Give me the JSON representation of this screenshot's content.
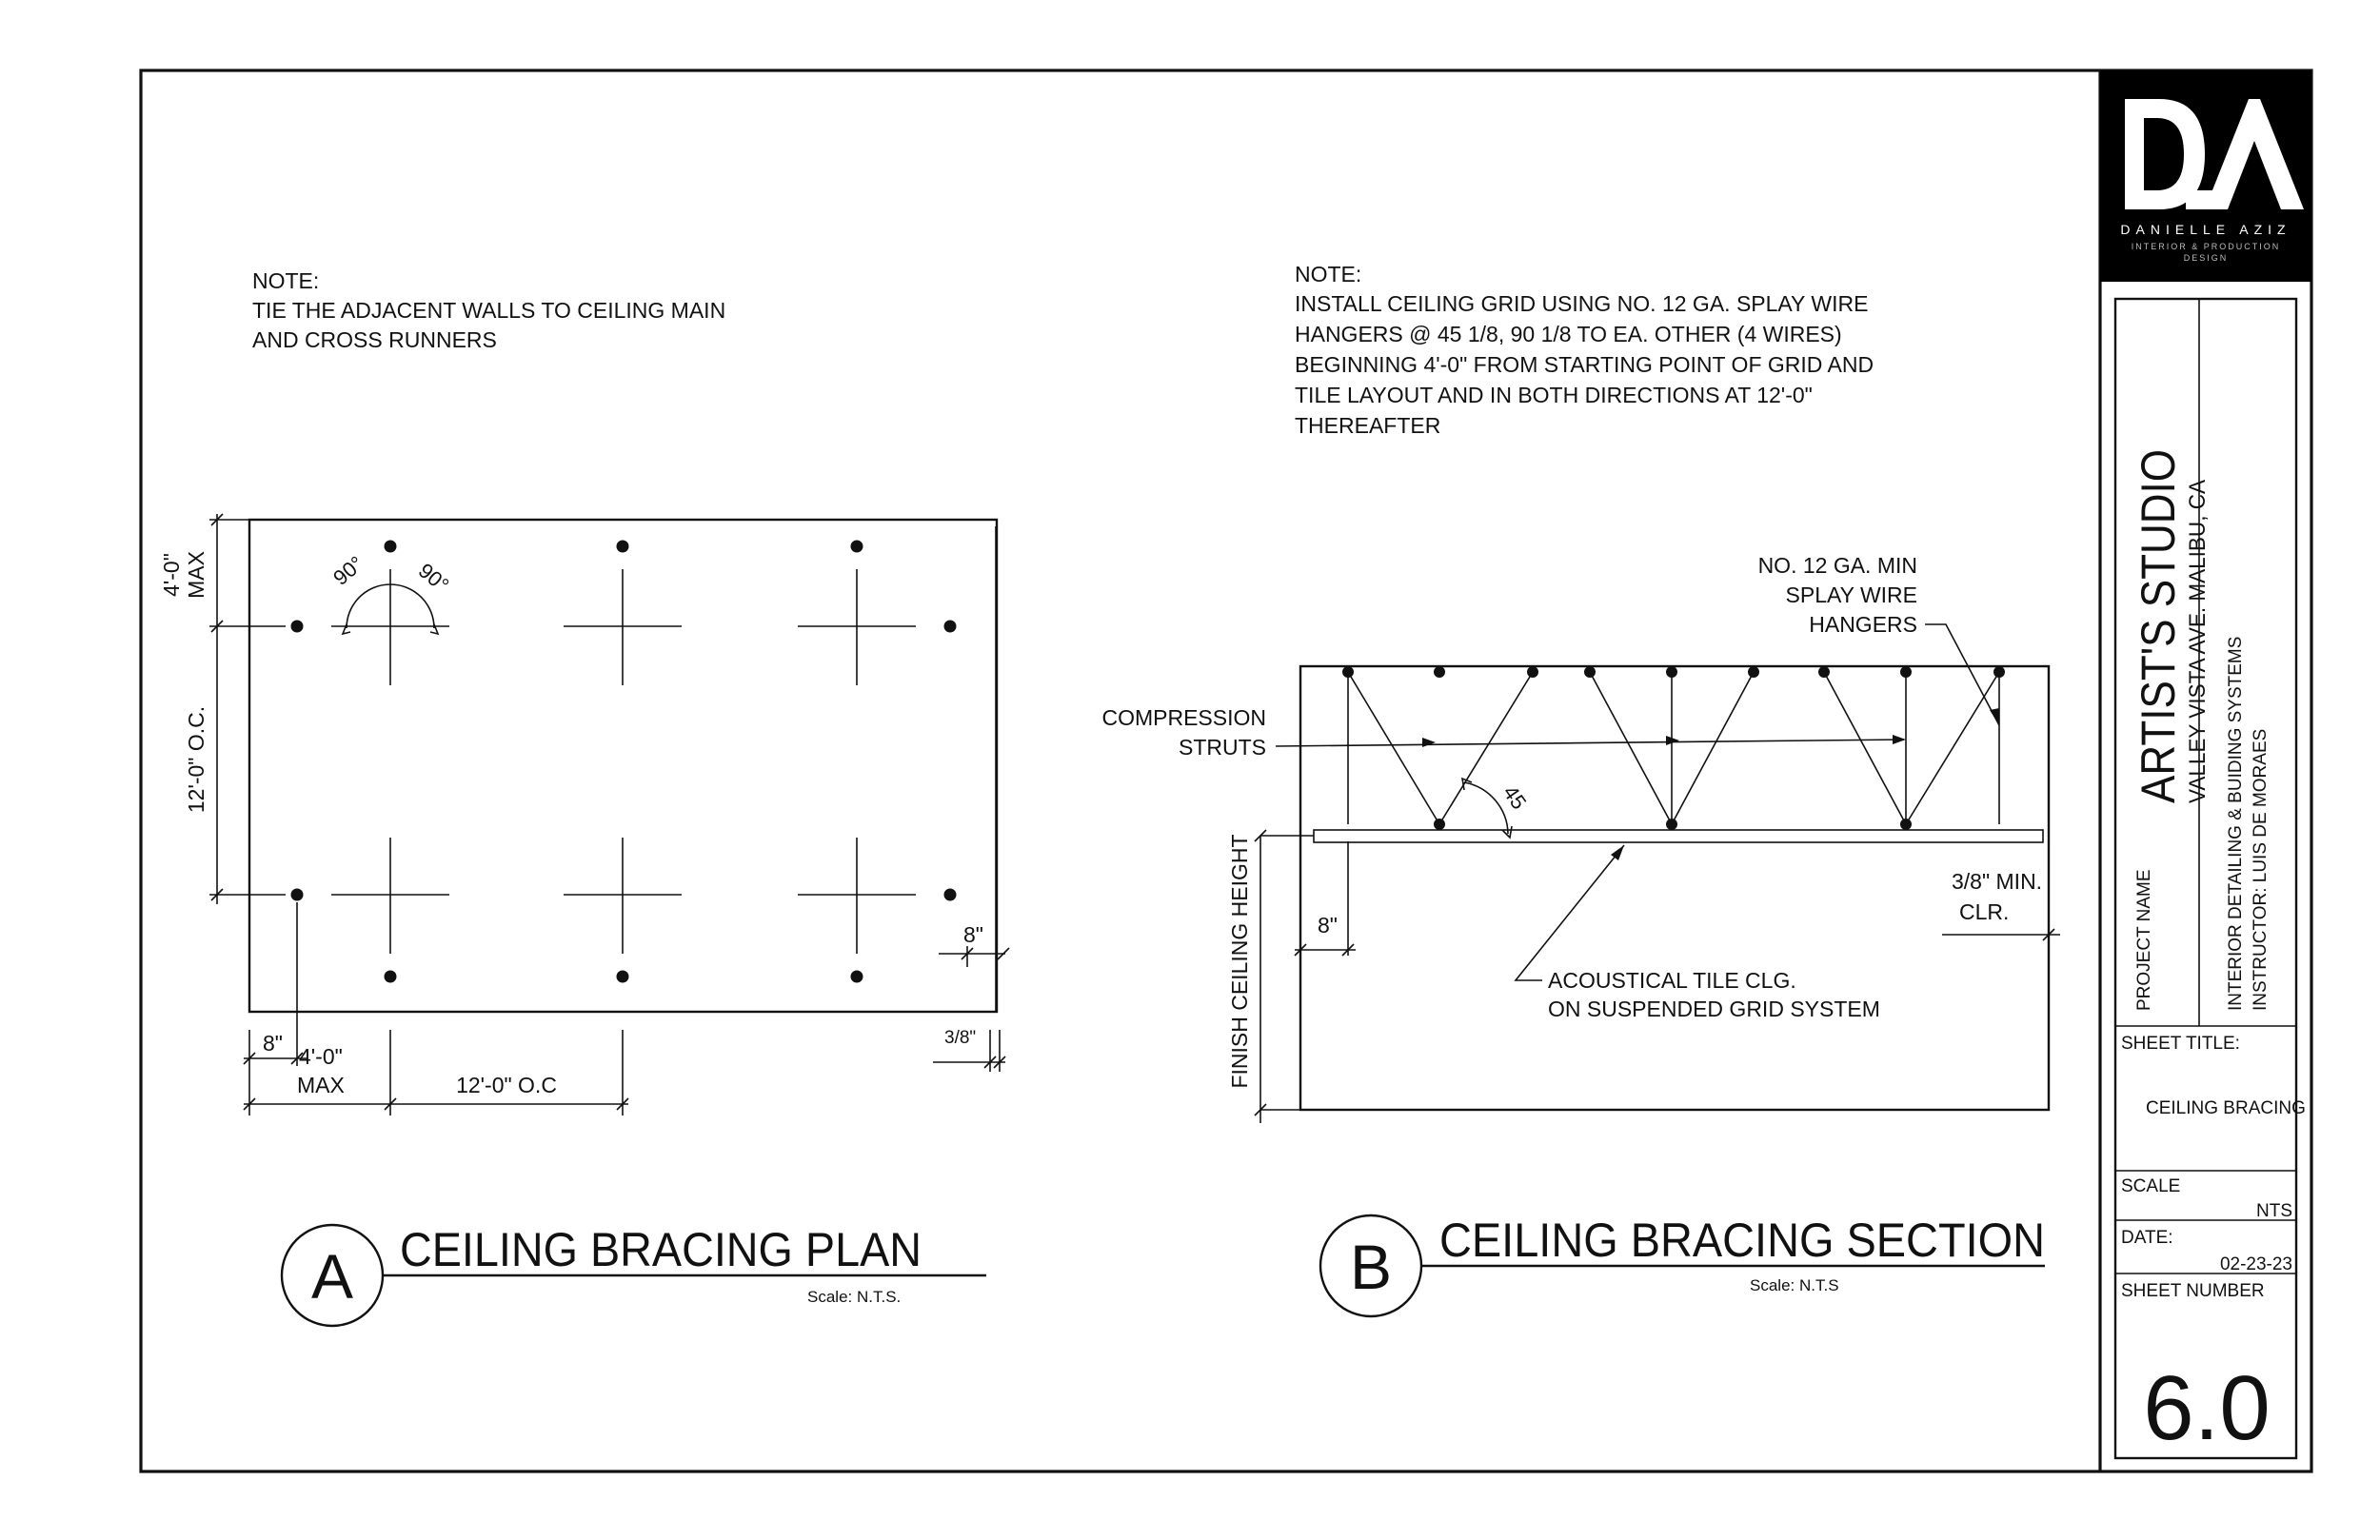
{
  "colors": {
    "ink": "#111111",
    "logo_bg": "#000000",
    "paper": "#ffffff"
  },
  "plan": {
    "note_heading": "NOTE:",
    "note_lines": [
      "TIE THE ADJACENT WALLS TO CEILING MAIN",
      "AND CROSS RUNNERS"
    ],
    "dim_4ft_max": "4'-0\"",
    "dim_max": "MAX",
    "dim_12ft_oc_vertical": "12'-0\" O.C.",
    "angle_left": "90°",
    "angle_right": "90°",
    "dim_8in_right": "8\"",
    "dim_8in_bottom": "8\"",
    "dim_4ft_bottom": "4'-0\"",
    "dim_max_bottom": "MAX",
    "dim_12ft_oc_bottom": "12'-0\" O.C",
    "dim_3_8": "3/8\"",
    "title_letter": "A",
    "title": "CEILING BRACING PLAN",
    "scale": "Scale: N.T.S."
  },
  "section": {
    "note_heading": "NOTE:",
    "note_lines": [
      "INSTALL CEILING GRID USING NO. 12 GA. SPLAY WIRE",
      "HANGERS @ 45 1/8, 90 1/8 TO EA. OTHER (4 WIRES)",
      "BEGINNING 4'-0\" FROM STARTING POINT OF GRID AND",
      "TILE LAYOUT AND IN BOTH DIRECTIONS AT 12'-0\"",
      "THEREAFTER"
    ],
    "label_wire_lines": [
      "NO. 12 GA. MIN",
      "SPLAY WIRE",
      "HANGERS"
    ],
    "label_struts_lines": [
      "COMPRESSION",
      "STRUTS"
    ],
    "angle_45": "45",
    "label_finish_height": "FINISH CEILING HEIGHT",
    "dim_8in": "8\"",
    "label_min_clr_lines": [
      "3/8\" MIN.",
      "CLR."
    ],
    "label_tile_lines": [
      "ACOUSTICAL TILE CLG.",
      "ON SUSPENDED GRID SYSTEM"
    ],
    "title_letter": "B",
    "title": "CEILING BRACING SECTION",
    "scale": "Scale: N.T.S"
  },
  "title_block": {
    "logo_letters": "DA",
    "logo_name": "DANIELLE AZIZ",
    "logo_tagline_1": "INTERIOR & PRODUCTION",
    "logo_tagline_2": "DESIGN",
    "project_name_label": "PROJECT NAME",
    "project_name": "ARTIST'S STUDIO",
    "project_address": "VALLEY VISTA AVE. MALIBU, CA",
    "course": "INTERIOR DETAILING & BUIDING SYSTEMS",
    "instructor": "INSTRUCTOR: LUIS DE MORAES",
    "sheet_title_label": "SHEET TITLE:",
    "sheet_title": "CEILING BRACING",
    "scale_label": "SCALE",
    "scale_value": "NTS",
    "date_label": "DATE:",
    "date_value": "02-23-23",
    "sheet_number_label": "SHEET NUMBER",
    "sheet_number": "6.0"
  }
}
